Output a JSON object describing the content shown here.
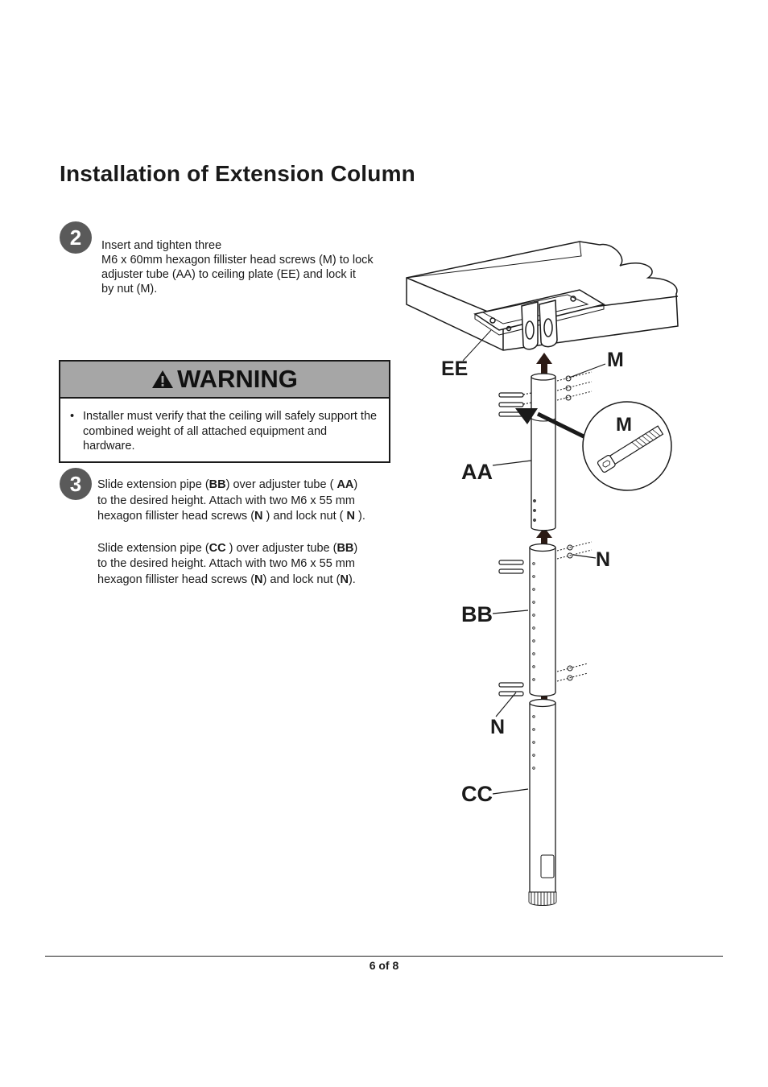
{
  "title": "Installation of Extension Column",
  "step2": {
    "number": "2",
    "line1": "Insert and tighten three",
    "line2": "M6 x 60mm hexagon fillister head screws (M) to lock",
    "line3": "adjuster tube (AA) to ceiling plate (EE) and lock it",
    "line4": "by nut (M)."
  },
  "warning": {
    "heading": "WARNING",
    "bullet": "•",
    "text": "Installer must verify that the ceiling will safely support the combined weight of all attached equipment and hardware."
  },
  "step3": {
    "number": "3",
    "p1": {
      "a": "Slide extension pipe (",
      "b1": "BB",
      "c": ") over adjuster tube ( ",
      "b2": "AA",
      "d": ")",
      "line2": "to the desired height. Attach with two M6 x 55 mm",
      "e": "hexagon fillister head screws (",
      "b3": "N",
      "f": " ) and lock nut ( ",
      "b4": "N",
      "g": " )."
    },
    "p2": {
      "a": "Slide extension pipe (",
      "b1": "CC",
      "c": " ) over adjuster tube (",
      "b2": "BB",
      "d": ")",
      "line2": "to the desired height. Attach with two M6 x 55 mm",
      "e": "hexagon fillister head screws (",
      "b3": "N",
      "f": ") and lock nut (",
      "b4": "N",
      "g": ")."
    }
  },
  "diagram_labels": {
    "ee": "EE",
    "m_top": "M",
    "m_detail": "M",
    "aa": "AA",
    "n_right": "N",
    "bb": "BB",
    "n_lower": "N",
    "cc": "CC"
  },
  "footer": {
    "page": "6 of 8"
  }
}
